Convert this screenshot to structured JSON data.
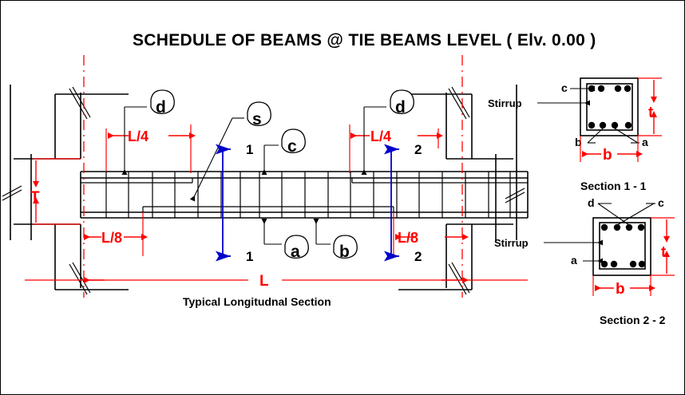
{
  "document": {
    "title": "SCHEDULE OF BEAMS  @ TIE BEAMS LEVEL ( Elv. 0.00 )",
    "main_caption": "Typical Longitudnal Section"
  },
  "longitudinal": {
    "dimensions": {
      "overall_span": "L",
      "quarter_left": "L/4",
      "quarter_right": "L/4",
      "eighth_left": "L/8",
      "eighth_right": "L/8",
      "depth": "T"
    },
    "balloons": [
      {
        "label": "d",
        "id": "balloon-d-left"
      },
      {
        "label": "s",
        "id": "balloon-s"
      },
      {
        "label": "c",
        "id": "balloon-c"
      },
      {
        "label": "d",
        "id": "balloon-d-right"
      },
      {
        "label": "a",
        "id": "balloon-a"
      },
      {
        "label": "b",
        "id": "balloon-b"
      }
    ],
    "section_markers": [
      {
        "label": "1",
        "position": "top-left"
      },
      {
        "label": "1",
        "position": "bottom-left"
      },
      {
        "label": "2",
        "position": "top-right"
      },
      {
        "label": "2",
        "position": "bottom-right"
      }
    ]
  },
  "section_1_1": {
    "caption": "Section 1 - 1",
    "stirrup_label": "Stirrup",
    "width_dim": "b",
    "height_dim": "t",
    "bar_labels": {
      "top": "c",
      "bottom_left": "b",
      "bottom_right": "a"
    }
  },
  "section_2_2": {
    "caption": "Section 2 - 2",
    "stirrup_label": "Stirrup",
    "width_dim": "b",
    "height_dim": "t",
    "bar_labels": {
      "top_left": "d",
      "top_right": "c",
      "bottom_left": "a"
    }
  },
  "colors": {
    "dimension": "#ff0000",
    "section_marker": "#0000cc",
    "geometry": "#000000",
    "background": "#ffffff"
  }
}
